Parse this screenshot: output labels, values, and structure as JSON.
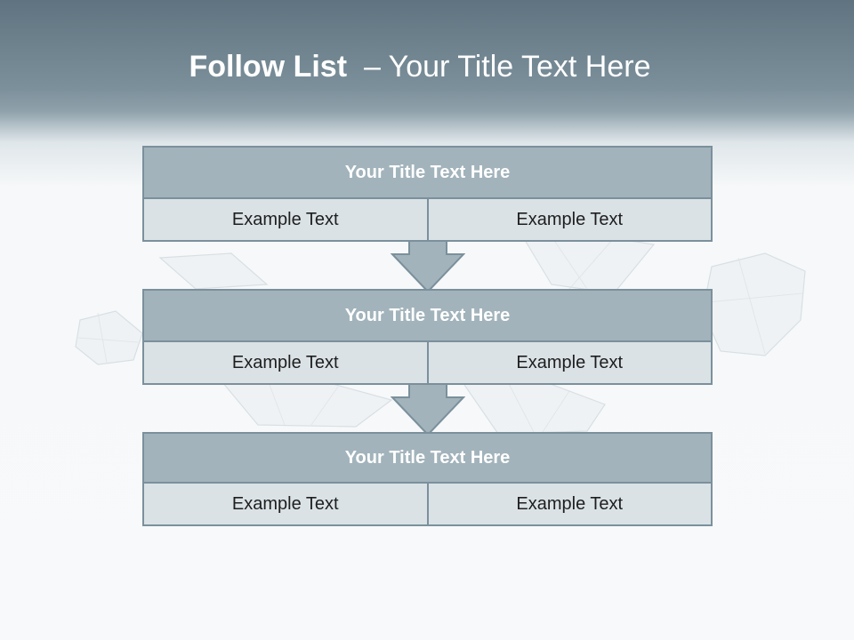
{
  "title": {
    "bold": "Follow List",
    "rest": "– Your Title Text Here"
  },
  "blocks": [
    {
      "heading": "Your Title Text Here",
      "left": "Example Text",
      "right": "Example Text"
    },
    {
      "heading": "Your Title Text Here",
      "left": "Example Text",
      "right": "Example Text"
    },
    {
      "heading": "Your Title Text Here",
      "left": "Example Text",
      "right": "Example Text"
    }
  ],
  "colors": {
    "header_band": "#5f7480",
    "box_border": "#7b909c",
    "box_heading_fill": "#a2b3bb",
    "box_cell_fill": "#dae2e5",
    "arrow_fill": "#a2b3bb"
  }
}
